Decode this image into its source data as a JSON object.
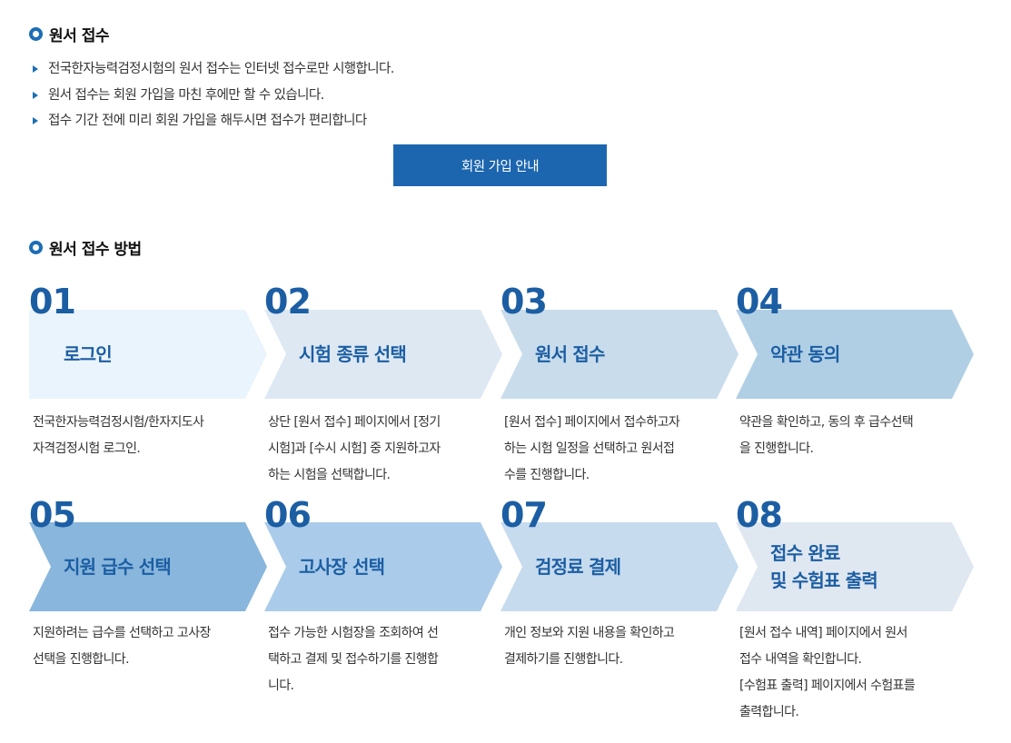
{
  "apply": {
    "title": "원서 접수",
    "bullets": [
      "전국한자능력검정시험의 원서 접수는 인터넷 접수로만 시행합니다.",
      "원서 접수는 회원 가입을 마친 후에만 할 수 있습니다.",
      "접수 기간 전에 미리 회원 가입을 해두시면 접수가 편리합니다"
    ],
    "join_button": "회원 가입 안내"
  },
  "method": {
    "title": "원서 접수 방법",
    "steps": [
      {
        "num": "01",
        "label": "로그인",
        "desc_lines": [
          "전국한자능력검정시험/한자지도사",
          "자격검정시험 로그인."
        ],
        "color": "#eaf4fd"
      },
      {
        "num": "02",
        "label": "시험 종류 선택",
        "desc_lines": [
          "상단 [원서 접수] 페이지에서 [정기",
          "시험]과 [수시 시험] 중 지원하고자",
          "하는 시험을 선택합니다."
        ],
        "color": "#dde8f3"
      },
      {
        "num": "03",
        "label": "원서 접수",
        "desc_lines": [
          "[원서 접수] 페이지에서 접수하고자",
          "하는 시험 일정을 선택하고 원서접",
          "수를 진행합니다."
        ],
        "color": "#c8dcec"
      },
      {
        "num": "04",
        "label": "약관 동의",
        "desc_lines": [
          "약관을 확인하고, 동의 후 급수선택",
          "을 진행합니다."
        ],
        "color": "#b0cfe5"
      },
      {
        "num": "05",
        "label": "지원 급수 선택",
        "desc_lines": [
          "지원하려는 급수를 선택하고 고사장",
          "선택을 진행합니다."
        ],
        "color": "#88b6dc"
      },
      {
        "num": "06",
        "label": "고사장 선택",
        "desc_lines": [
          "접수 가능한 시험장을 조회하여 선",
          "택하고 결제 및 접수하기를 진행합",
          "니다."
        ],
        "color": "#aaccea"
      },
      {
        "num": "07",
        "label": "검정료 결제",
        "desc_lines": [
          "개인 정보와 지원 내용을 확인하고",
          "결제하기를 진행합니다."
        ],
        "color": "#c7dbee"
      },
      {
        "num": "08",
        "label_lines": [
          "접수 완료",
          "및 수험표 출력"
        ],
        "desc_lines": [
          "[원서 접수 내역] 페이지에서 원서",
          "접수 내역을 확인합니다.",
          "[수험표 출력] 페이지에서 수험표를",
          "출력합니다."
        ],
        "color": "#dfe7f1"
      }
    ]
  }
}
